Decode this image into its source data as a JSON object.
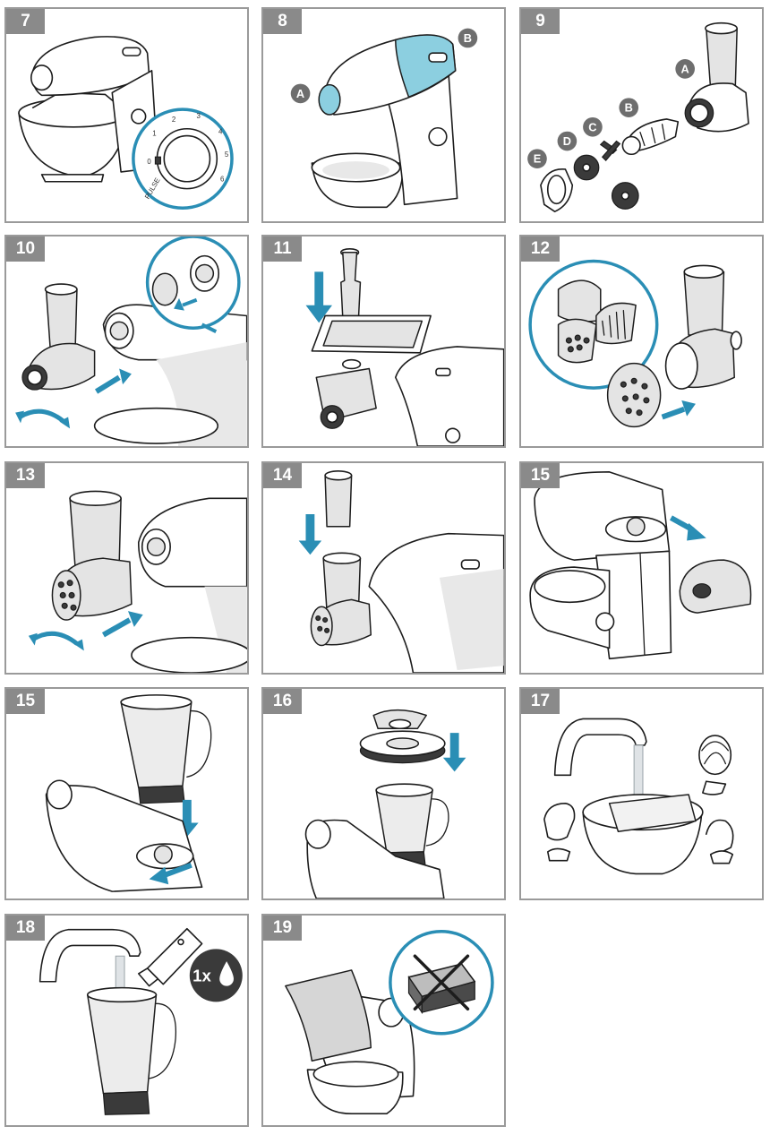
{
  "steps": [
    {
      "number": "7",
      "dial_marks": [
        "0",
        "1",
        "2",
        "3",
        "4",
        "5",
        "6"
      ],
      "dial_label": "PULSE"
    },
    {
      "number": "8",
      "labels": [
        "A",
        "B"
      ]
    },
    {
      "number": "9",
      "labels": [
        "A",
        "B",
        "C",
        "D",
        "E"
      ]
    },
    {
      "number": "10"
    },
    {
      "number": "11"
    },
    {
      "number": "12"
    },
    {
      "number": "13"
    },
    {
      "number": "14"
    },
    {
      "number": "15"
    },
    {
      "number": "15"
    },
    {
      "number": "16"
    },
    {
      "number": "17"
    },
    {
      "number": "18",
      "badge": "1x"
    },
    {
      "number": "19"
    }
  ],
  "colors": {
    "accent": "#2a8eb5",
    "highlight": "#8ccfe0",
    "frame": "#9a9a9a",
    "label_bg": "#8a8a8a"
  }
}
